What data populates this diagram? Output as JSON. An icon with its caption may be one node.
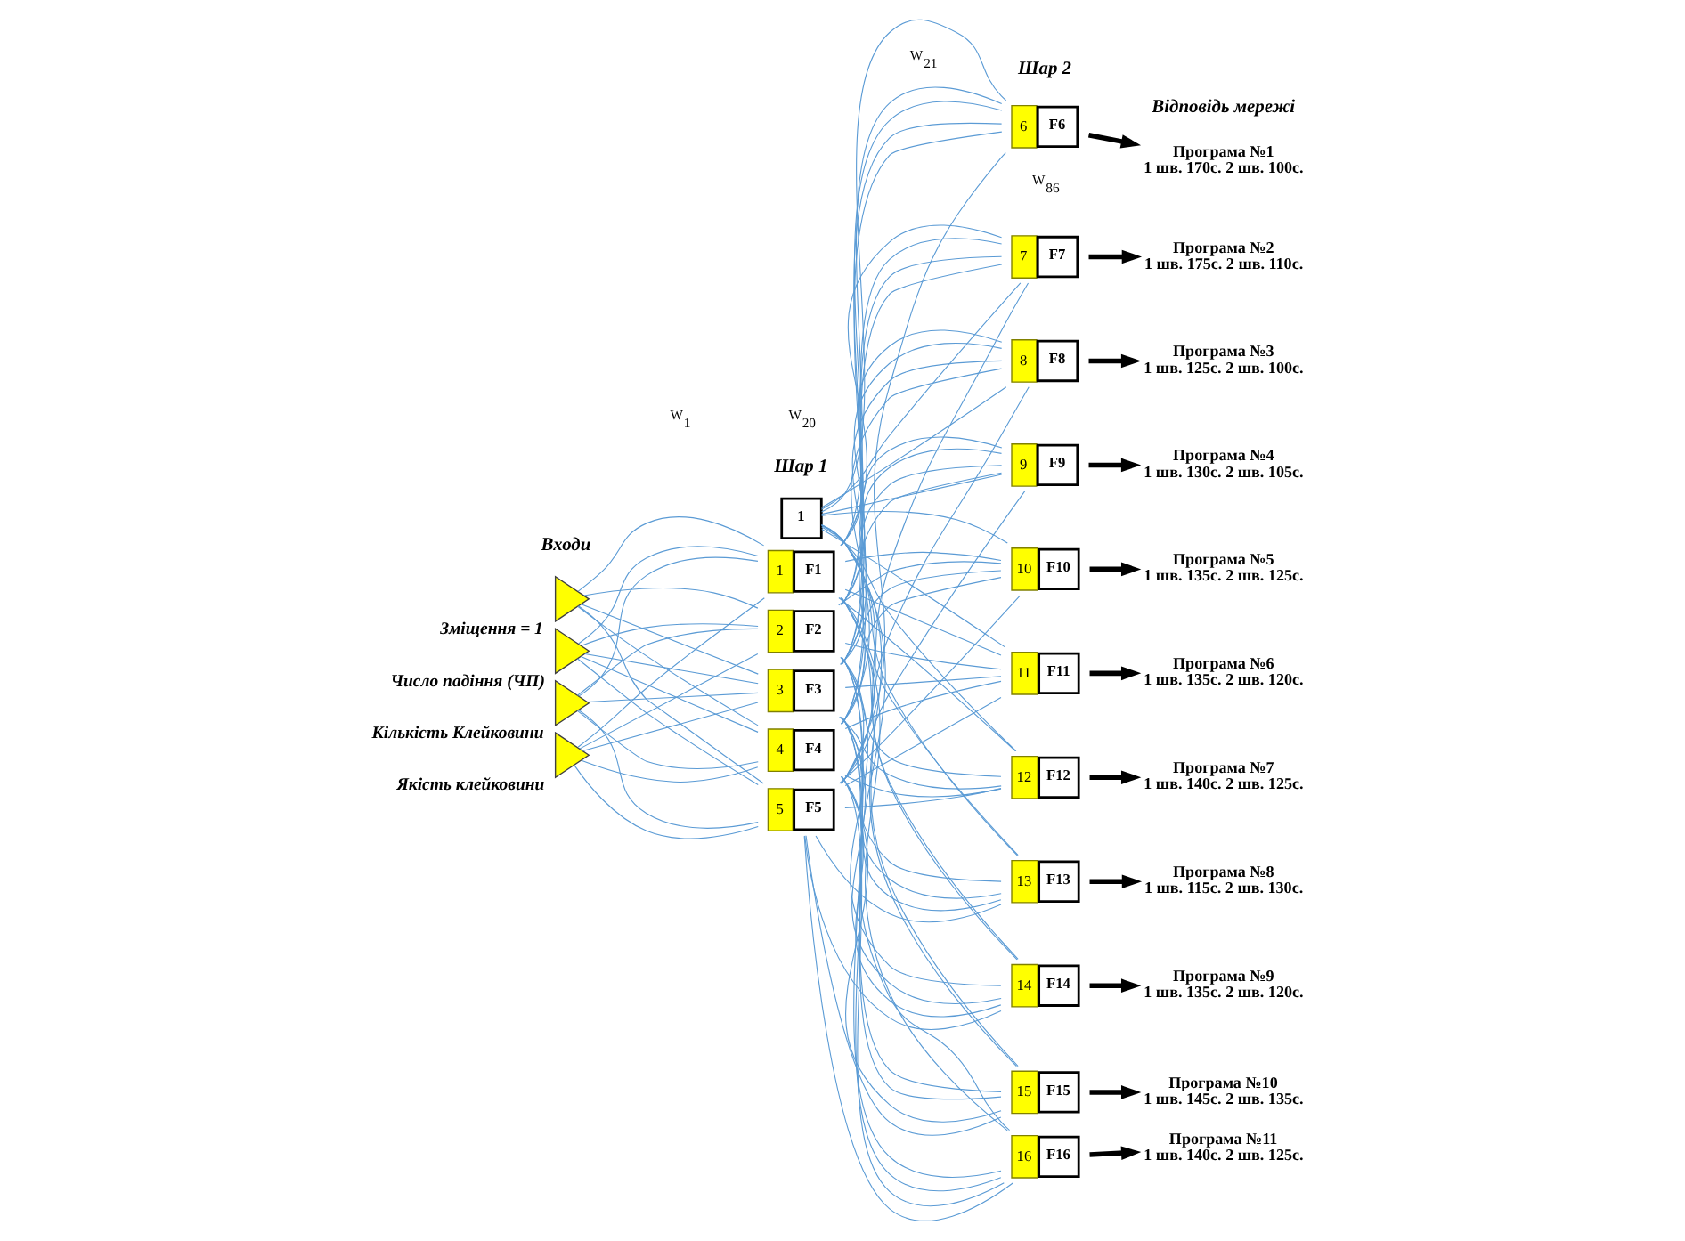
{
  "diagram": {
    "nodes": [
      {
        "text": [],
        "shape": "triangle",
        "beside": [
          "Зміщення = 1"
        ]
      },
      {
        "text": [],
        "shape": "triangle",
        "beside": [
          "Число падіння (ЧП)"
        ]
      },
      {
        "text": [],
        "shape": "triangle",
        "beside": [
          "Кількість Клейковини"
        ]
      },
      {
        "text": [],
        "shape": "triangle",
        "beside": [
          "Якість клейковини"
        ]
      },
      {
        "text": [
          "1"
        ]
      },
      {
        "text": [
          "F1"
        ],
        "beside": [
          "1"
        ]
      },
      {
        "text": [
          "F2"
        ],
        "beside": [
          "2"
        ]
      },
      {
        "text": [
          "F3"
        ],
        "beside": [
          "3"
        ]
      },
      {
        "text": [
          "F4"
        ],
        "beside": [
          "4"
        ]
      },
      {
        "text": [
          "F5"
        ],
        "beside": [
          "5"
        ]
      },
      {
        "text": [
          "F6"
        ],
        "beside": [
          "6"
        ]
      },
      {
        "text": [
          "F7"
        ],
        "beside": [
          "7"
        ]
      },
      {
        "text": [
          "F8"
        ],
        "beside": [
          "8"
        ]
      },
      {
        "text": [
          "F9"
        ],
        "beside": [
          "9"
        ]
      },
      {
        "text": [
          "F10"
        ],
        "beside": [
          "10"
        ]
      },
      {
        "text": [
          "F11"
        ],
        "beside": [
          "11"
        ]
      },
      {
        "text": [
          "F12"
        ],
        "beside": [
          "12"
        ]
      },
      {
        "text": [
          "F13"
        ],
        "beside": [
          "13"
        ]
      },
      {
        "text": [
          "F14"
        ],
        "beside": [
          "14"
        ]
      },
      {
        "text": [
          "F15"
        ],
        "beside": [
          "15"
        ]
      },
      {
        "text": [
          "F16"
        ],
        "beside": [
          "16"
        ]
      },
      {
        "text": [
          "Програма №1",
          "1 шв. 170с. 2 шв. 100с."
        ]
      },
      {
        "text": [
          "Програма №2",
          "1 шв. 175с. 2 шв. 110с."
        ]
      },
      {
        "text": [
          "Програма №3",
          "1 шв. 125с. 2 шв. 100с."
        ]
      },
      {
        "text": [
          "Програма №4",
          "1 шв. 130с. 2 шв. 105с."
        ]
      },
      {
        "text": [
          "Програма №5",
          "1 шв. 135с. 2 шв. 125с."
        ]
      },
      {
        "text": [
          "Програма №6",
          "1 шв. 135с. 2 шв. 120с."
        ]
      },
      {
        "text": [
          "Програма №7",
          "1 шв. 140с. 2 шв. 125с."
        ]
      },
      {
        "text": [
          "Програма №8",
          "1 шв. 115с. 2 шв. 130с."
        ]
      },
      {
        "text": [
          "Програма №9",
          "1 шв. 135с. 2 шв. 120с."
        ]
      },
      {
        "text": [
          "Програма №10",
          "1 шв. 145с. 2 шв. 135с."
        ]
      },
      {
        "text": [
          "Програма №11",
          "1 шв. 140с. 2 шв. 125с."
        ]
      }
    ],
    "edges": [
      {
        "from": 0,
        "to": 5,
        "arrow": "none"
      },
      {
        "from": 0,
        "to": 6,
        "arrow": "none"
      },
      {
        "from": 0,
        "to": 7,
        "arrow": "none"
      },
      {
        "from": 0,
        "to": 8,
        "arrow": "none"
      },
      {
        "from": 0,
        "to": 9,
        "arrow": "none"
      },
      {
        "from": 1,
        "to": 5,
        "arrow": "none"
      },
      {
        "from": 1,
        "to": 6,
        "arrow": "none"
      },
      {
        "from": 1,
        "to": 7,
        "arrow": "none"
      },
      {
        "from": 1,
        "to": 8,
        "arrow": "none"
      },
      {
        "from": 1,
        "to": 9,
        "arrow": "none"
      },
      {
        "from": 2,
        "to": 5,
        "arrow": "none"
      },
      {
        "from": 2,
        "to": 6,
        "arrow": "none"
      },
      {
        "from": 2,
        "to": 7,
        "arrow": "none"
      },
      {
        "from": 2,
        "to": 8,
        "arrow": "none"
      },
      {
        "from": 2,
        "to": 9,
        "arrow": "none"
      },
      {
        "from": 3,
        "to": 5,
        "arrow": "none"
      },
      {
        "from": 3,
        "to": 6,
        "arrow": "none"
      },
      {
        "from": 3,
        "to": 7,
        "arrow": "none"
      },
      {
        "from": 3,
        "to": 8,
        "arrow": "none"
      },
      {
        "from": 3,
        "to": 9,
        "arrow": "none"
      },
      {
        "from": 4,
        "to": 10,
        "arrow": "none"
      },
      {
        "from": 4,
        "to": 11,
        "arrow": "none"
      },
      {
        "from": 4,
        "to": 12,
        "arrow": "none"
      },
      {
        "from": 4,
        "to": 13,
        "arrow": "none"
      },
      {
        "from": 4,
        "to": 14,
        "arrow": "none"
      },
      {
        "from": 4,
        "to": 15,
        "arrow": "none"
      },
      {
        "from": 4,
        "to": 16,
        "arrow": "none"
      },
      {
        "from": 4,
        "to": 17,
        "arrow": "none"
      },
      {
        "from": 4,
        "to": 18,
        "arrow": "none"
      },
      {
        "from": 4,
        "to": 19,
        "arrow": "none"
      },
      {
        "from": 4,
        "to": 20,
        "arrow": "none"
      },
      {
        "from": 5,
        "to": 10,
        "arrow": "none"
      },
      {
        "from": 5,
        "to": 11,
        "arrow": "none"
      },
      {
        "from": 5,
        "to": 12,
        "arrow": "none"
      },
      {
        "from": 5,
        "to": 13,
        "arrow": "none"
      },
      {
        "from": 5,
        "to": 14,
        "arrow": "none"
      },
      {
        "from": 5,
        "to": 15,
        "arrow": "none"
      },
      {
        "from": 5,
        "to": 16,
        "arrow": "none"
      },
      {
        "from": 5,
        "to": 17,
        "arrow": "none"
      },
      {
        "from": 5,
        "to": 18,
        "arrow": "none"
      },
      {
        "from": 5,
        "to": 19,
        "arrow": "none"
      },
      {
        "from": 5,
        "to": 20,
        "arrow": "none"
      },
      {
        "from": 6,
        "to": 10,
        "arrow": "none"
      },
      {
        "from": 6,
        "to": 11,
        "arrow": "none"
      },
      {
        "from": 6,
        "to": 12,
        "arrow": "none"
      },
      {
        "from": 6,
        "to": 13,
        "arrow": "none"
      },
      {
        "from": 6,
        "to": 14,
        "arrow": "none"
      },
      {
        "from": 6,
        "to": 15,
        "arrow": "none"
      },
      {
        "from": 6,
        "to": 16,
        "arrow": "none"
      },
      {
        "from": 6,
        "to": 17,
        "arrow": "none"
      },
      {
        "from": 6,
        "to": 18,
        "arrow": "none"
      },
      {
        "from": 6,
        "to": 19,
        "arrow": "none"
      },
      {
        "from": 6,
        "to": 20,
        "arrow": "none"
      },
      {
        "from": 7,
        "to": 10,
        "arrow": "none"
      },
      {
        "from": 7,
        "to": 11,
        "arrow": "none"
      },
      {
        "from": 7,
        "to": 12,
        "arrow": "none"
      },
      {
        "from": 7,
        "to": 13,
        "arrow": "none"
      },
      {
        "from": 7,
        "to": 14,
        "arrow": "none"
      },
      {
        "from": 7,
        "to": 15,
        "arrow": "none"
      },
      {
        "from": 7,
        "to": 16,
        "arrow": "none"
      },
      {
        "from": 7,
        "to": 17,
        "arrow": "none"
      },
      {
        "from": 7,
        "to": 18,
        "arrow": "none"
      },
      {
        "from": 7,
        "to": 19,
        "arrow": "none"
      },
      {
        "from": 7,
        "to": 20,
        "arrow": "none"
      },
      {
        "from": 8,
        "to": 10,
        "arrow": "none"
      },
      {
        "from": 8,
        "to": 11,
        "arrow": "none"
      },
      {
        "from": 8,
        "to": 12,
        "arrow": "none"
      },
      {
        "from": 8,
        "to": 13,
        "arrow": "none"
      },
      {
        "from": 8,
        "to": 14,
        "arrow": "none"
      },
      {
        "from": 8,
        "to": 15,
        "arrow": "none"
      },
      {
        "from": 8,
        "to": 16,
        "arrow": "none"
      },
      {
        "from": 8,
        "to": 17,
        "arrow": "none"
      },
      {
        "from": 8,
        "to": 18,
        "arrow": "none"
      },
      {
        "from": 8,
        "to": 19,
        "arrow": "none"
      },
      {
        "from": 8,
        "to": 20,
        "arrow": "none"
      },
      {
        "from": 9,
        "to": 10,
        "arrow": "none"
      },
      {
        "from": 9,
        "to": 11,
        "arrow": "none"
      },
      {
        "from": 9,
        "to": 12,
        "arrow": "none"
      },
      {
        "from": 9,
        "to": 13,
        "arrow": "none"
      },
      {
        "from": 9,
        "to": 14,
        "arrow": "none"
      },
      {
        "from": 9,
        "to": 15,
        "arrow": "none"
      },
      {
        "from": 9,
        "to": 16,
        "arrow": "none"
      },
      {
        "from": 9,
        "to": 17,
        "arrow": "none"
      },
      {
        "from": 9,
        "to": 18,
        "arrow": "none"
      },
      {
        "from": 9,
        "to": 19,
        "arrow": "none"
      },
      {
        "from": 9,
        "to": 20,
        "arrow": "none"
      },
      {
        "from": 10,
        "to": 21,
        "arrow": "to",
        "style": "thick",
        "color": "#000000"
      },
      {
        "from": 11,
        "to": 22,
        "arrow": "to",
        "style": "thick",
        "color": "#000000"
      },
      {
        "from": 12,
        "to": 23,
        "arrow": "to",
        "style": "thick",
        "color": "#000000"
      },
      {
        "from": 13,
        "to": 24,
        "arrow": "to",
        "style": "thick",
        "color": "#000000"
      },
      {
        "from": 14,
        "to": 25,
        "arrow": "to",
        "style": "thick",
        "color": "#000000"
      },
      {
        "from": 15,
        "to": 26,
        "arrow": "to",
        "style": "thick",
        "color": "#000000"
      },
      {
        "from": 16,
        "to": 27,
        "arrow": "to",
        "style": "thick",
        "color": "#000000"
      },
      {
        "from": 17,
        "to": 28,
        "arrow": "to",
        "style": "thick",
        "color": "#000000"
      },
      {
        "from": 18,
        "to": 29,
        "arrow": "to",
        "style": "thick",
        "color": "#000000"
      },
      {
        "from": 19,
        "to": 30,
        "arrow": "to",
        "style": "thick",
        "color": "#000000"
      },
      {
        "from": 20,
        "to": 31,
        "arrow": "to",
        "style": "thick",
        "color": "#000000"
      }
    ],
    "labels": [
      "Входи",
      "Шар 1",
      "Шар 2",
      "Відповідь мережі",
      "W$_{1}$",
      "W$_{20}$",
      "W$_{21}$",
      "W$_{86}$"
    ]
  }
}
